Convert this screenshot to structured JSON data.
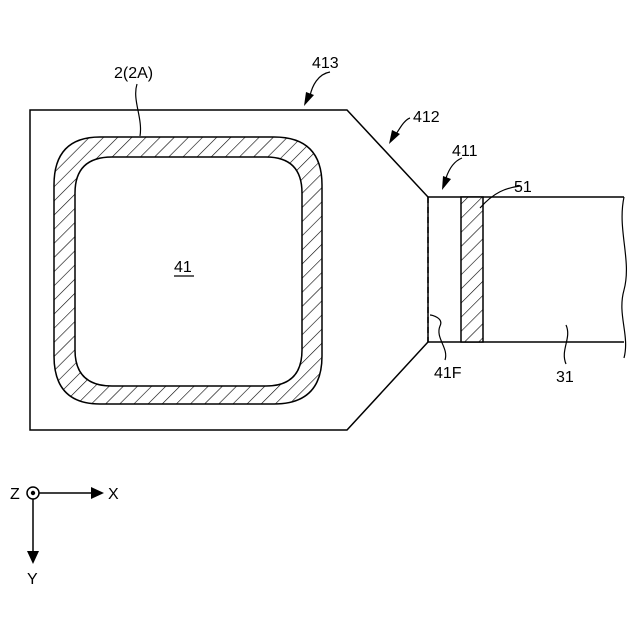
{
  "labels": {
    "coil": "2(2A)",
    "plate": "41",
    "edge_top": "413",
    "edge_chamfer": "412",
    "edge_end": "411",
    "weld": "51",
    "fold_line": "41F",
    "wire": "31"
  },
  "axes": {
    "z": "Z",
    "x": "X",
    "y": "Y"
  }
}
